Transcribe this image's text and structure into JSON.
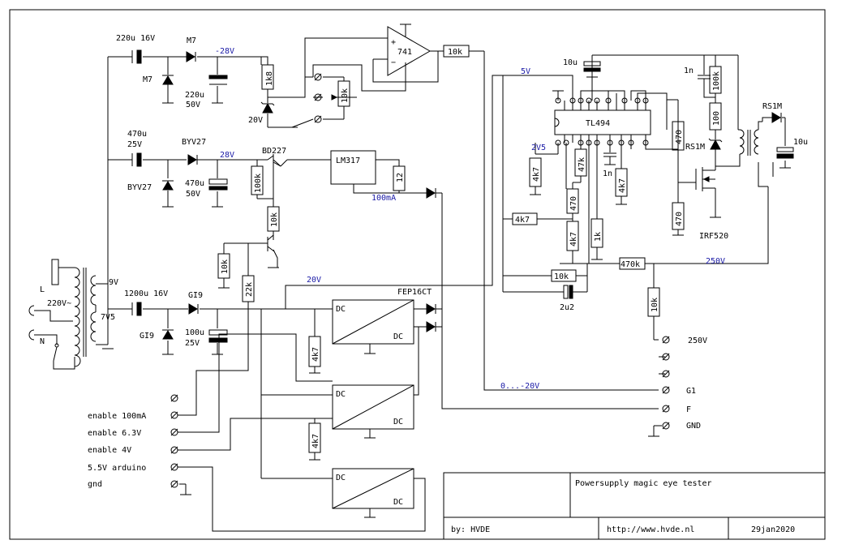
{
  "title_block": {
    "title": "Powersupply magic eye tester",
    "author": "by: HVDE",
    "website": "http://www.hvde.nl",
    "date": "29jan2020"
  },
  "labels": {
    "c220u": "220u 16V",
    "m7a": "M7",
    "m7b": "M7",
    "neg28": "-28V",
    "c220u50": "220u",
    "v50a": "50V",
    "r1k8": "1k8",
    "z20v": "20V",
    "r10k_pot": "10k",
    "opamp": "741",
    "r10k_out": "10k",
    "c470a": "470u",
    "v25a": "25V",
    "byv27a": "BYV27",
    "byv27b": "BYV27",
    "v28": "28V",
    "bd227": "BD227",
    "lm317": "LM317",
    "r12": "12",
    "ma100": "100mA",
    "c470b": "470u",
    "v50b": "50V",
    "r100k": "100k",
    "r10k_b": "10k",
    "r10k_c": "10k",
    "r22k": "22k",
    "l": "L",
    "n": "N",
    "v220": "220V~",
    "v9": "9V",
    "v7v5": "7V5",
    "c1200": "1200u 16V",
    "gi9a": "GI9",
    "gi9b": "GI9",
    "c100u": "100u",
    "v25b": "25V",
    "v20": "20V",
    "fep": "FEP16CT",
    "dc": "DC",
    "r4k7a": "4k7",
    "r4k7b": "4k7",
    "v5": "5V",
    "c10u_a": "10u",
    "tl494": "TL494",
    "v2v5": "2V5",
    "r4k7c": "4k7",
    "r47k": "47k",
    "c1n_a": "1n",
    "r4k7d": "4k7",
    "r470a": "470",
    "c1n_b": "1n",
    "r100k_b": "100k",
    "r100": "100",
    "rs1m_a": "RS1M",
    "rs1m_b": "RS1M",
    "c10u_b": "10u",
    "r470b": "470",
    "r4k7e": "4k7",
    "r470c": "470",
    "r4k7f": "4k7",
    "r1k": "1k",
    "irf520": "IRF520",
    "r10k_d": "10k",
    "r470k": "470k",
    "v250": "250V",
    "c2u2": "2u2",
    "r10k_e": "10k",
    "t250v": "250V",
    "g1": "G1",
    "range": "0...-20V",
    "f": "F",
    "gnd": "GND",
    "en100": "enable 100mA",
    "en63": "enable 6.3V",
    "en4": "enable 4V",
    "ard": "5.5V arduino",
    "gnd2": "gnd"
  }
}
